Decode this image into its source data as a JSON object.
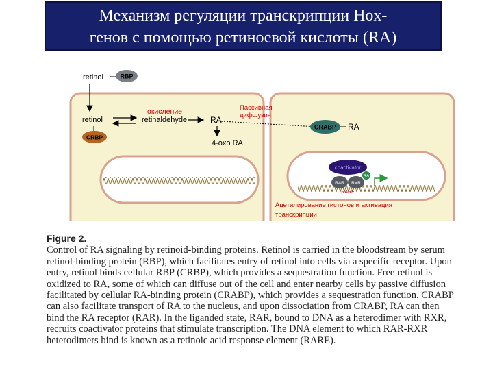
{
  "title": {
    "line1": "Механизм регуляции транскрипции Hox-",
    "line2": "генов с помощью ретиноевой кислоты (RA)"
  },
  "diagram": {
    "retinol_top": "retinol",
    "rbp": "RBP",
    "retinol": "retinol",
    "crbp": "CRBP",
    "retinaldehyde": "retinaldehyde",
    "ra_left": "RA",
    "four_oxo_ra": "4-oxo RA",
    "oxidation": "окисление",
    "passive_diffusion_1": "Пассивная",
    "passive_diffusion_2": "диффузия",
    "crabp": "CRABP",
    "ra_right": "RA",
    "coactivator": "coactivator",
    "ra_small": "RA",
    "rar": "RAR",
    "rxr": "RXR",
    "rare": "RARE",
    "acetylation_1": "Ацетилирование гистонов и активация",
    "acetylation_2": "транскрипции",
    "colors": {
      "cell_fill": "#f7f2cf",
      "cell_border": "#d9a28f",
      "nucleus_fill": "#ffffff",
      "rbp_fill": "#7a7f86",
      "crbp_fill": "#b5651d",
      "crabp_fill": "#2e6f6a",
      "coactivator_fill": "#2a1470",
      "ra_small_fill": "#2c8a4a",
      "annotation_red": "#cc0000",
      "arrow_green": "#2a9a3a"
    }
  },
  "caption": {
    "label": "Figure 2.",
    "text": "Control of RA signaling by retinoid-binding proteins. Retinol is carried in the bloodstream by serum retinol-binding protein (RBP), which facilitates entry of retinol into cells via a specific receptor. Upon entry, retinol binds cellular RBP (CRBP), which provides a sequestration function. Free retinol is oxidized to RA, some of which can diffuse out of the cell and enter nearby cells by passive diffusion facilitated by cellular RA-binding protein (CRABP), which provides a sequestration function. CRABP can also facilitate transport of RA to the nucleus, and upon dissociation from CRABP, RA can then bind the RA receptor (RAR). In the liganded state, RAR, bound to DNA as a heterodimer with RXR, recruits coactivator proteins that stimulate transcription. The DNA element to which RAR-RXR heterodimers bind is known as a retinoic acid response element (RARE)."
  }
}
